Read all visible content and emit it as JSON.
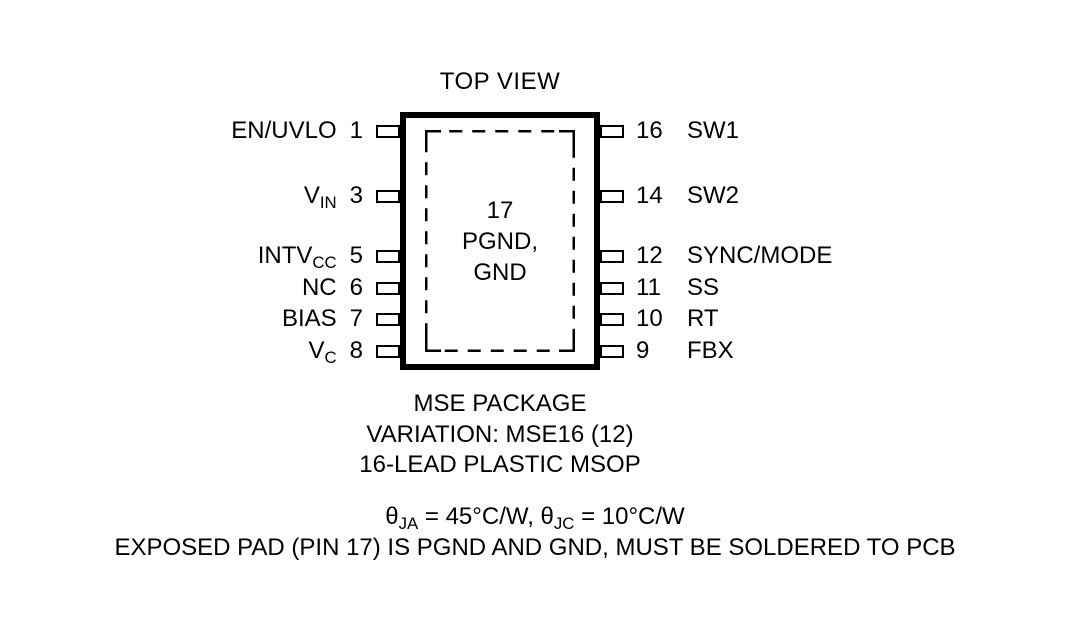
{
  "title": "TOP VIEW",
  "package": {
    "pad": {
      "num": "17",
      "line1": "PGND,",
      "line2": "GND"
    },
    "pins_left": [
      {
        "num": "1",
        "base": "EN/UVLO",
        "sub": ""
      },
      {
        "num": "3",
        "base": "V",
        "sub": "IN"
      },
      {
        "num": "5",
        "base": "INTV",
        "sub": "CC"
      },
      {
        "num": "6",
        "base": "NC",
        "sub": ""
      },
      {
        "num": "7",
        "base": "BIAS",
        "sub": ""
      },
      {
        "num": "8",
        "base": "V",
        "sub": "C"
      }
    ],
    "pins_right": [
      {
        "num": "16",
        "label": "SW1"
      },
      {
        "num": "14",
        "label": "SW2"
      },
      {
        "num": "12",
        "label": "SYNC/MODE"
      },
      {
        "num": "11",
        "label": "SS"
      },
      {
        "num": "10",
        "label": "RT"
      },
      {
        "num": "9",
        "label": "FBX"
      }
    ]
  },
  "captions": {
    "line1": "MSE PACKAGE",
    "line2": "VARIATION: MSE16 (12)",
    "line3": "16-LEAD PLASTIC MSOP"
  },
  "thermal": {
    "p1": "θ",
    "s1": "JA",
    "p2": " = 45°C/W, θ",
    "s2": "JC",
    "p3": " = 10°C/W"
  },
  "note": "EXPOSED PAD (PIN 17) IS PGND AND GND, MUST BE SOLDERED TO PCB",
  "colors": {
    "ink": "#000000",
    "background": "#ffffff"
  }
}
